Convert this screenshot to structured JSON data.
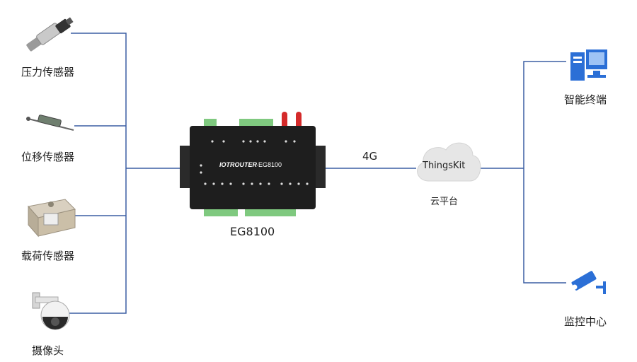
{
  "left_devices": [
    {
      "label": "压力传感器",
      "icon": "pressure-sensor-icon"
    },
    {
      "label": "位移传感器",
      "icon": "displacement-sensor-icon"
    },
    {
      "label": "载荷传感器",
      "icon": "load-sensor-icon"
    },
    {
      "label": "摄像头",
      "icon": "camera-icon"
    }
  ],
  "gateway": {
    "brand": "IOTROUTER",
    "model_on_device": "·EG8100",
    "caption": "EG8100"
  },
  "link_label": "4G",
  "cloud": {
    "name": "ThingsKit",
    "caption": "云平台"
  },
  "right_devices": [
    {
      "label": "智能终端",
      "icon": "computer-icon"
    },
    {
      "label": "监控中心",
      "icon": "surveillance-camera-icon"
    }
  ],
  "colors": {
    "line": "#3c5fa3",
    "device_body": "#1e1e1e",
    "terminal": "#7fc97f",
    "antenna": "#d42a2a",
    "icon_blue": "#2b6fd6",
    "cloud": "#e6e6e6"
  }
}
